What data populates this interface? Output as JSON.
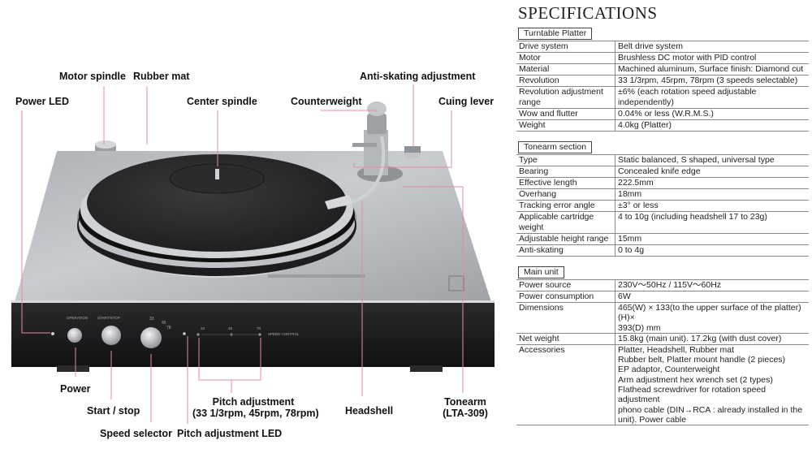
{
  "labels": {
    "motor_spindle": "Motor spindle",
    "rubber_mat": "Rubber mat",
    "power_led": "Power LED",
    "center_spindle": "Center spindle",
    "counterweight": "Counterweight",
    "anti_skating": "Anti-skating adjustment",
    "cuing_lever": "Cuing lever",
    "power": "Power",
    "start_stop": "Start / stop",
    "speed_selector": "Speed selector",
    "pitch_adjustment": "Pitch adjustment",
    "pitch_adjustment_detail": "(33 1/3rpm, 45rpm, 78rpm)",
    "pitch_led": "Pitch adjustment LED",
    "headshell": "Headshell",
    "tonearm": "Tonearm",
    "tonearm_model": "(LTA-309)"
  },
  "device_marks": {
    "operation": "OPERATION",
    "start_stop": "START/STOP",
    "speed_33": "33",
    "speed_45": "45",
    "speed_78": "78",
    "speed_control": "SPEED CONTROL"
  },
  "specs": {
    "title": "SPECIFICATIONS",
    "sections": [
      {
        "name": "Turntable Platter",
        "rows": [
          {
            "key": "Drive system",
            "value": "Belt drive system"
          },
          {
            "key": "Motor",
            "value": "Brushless DC motor with PID control"
          },
          {
            "key": "Material",
            "value": "Machined aluminum, Surface finish: Diamond cut"
          },
          {
            "key": "Revolution",
            "value": "33 1/3rpm, 45rpm, 78rpm (3 speeds selectable)"
          },
          {
            "key": "Revolution adjustment range",
            "value": "±6% (each rotation speed adjustable independently)"
          },
          {
            "key": "Wow and flutter",
            "value": "0.04% or less (W.R.M.S.)"
          },
          {
            "key": "Weight",
            "value": "4.0kg (Platter)"
          }
        ]
      },
      {
        "name": "Tonearm section",
        "rows": [
          {
            "key": "Type",
            "value": "Static balanced, S shaped, universal type"
          },
          {
            "key": "Bearing",
            "value": "Concealed knife edge"
          },
          {
            "key": "Effective length",
            "value": "222.5mm"
          },
          {
            "key": "Overhang",
            "value": "18mm"
          },
          {
            "key": "Tracking error angle",
            "value": "±3° or less"
          },
          {
            "key": "Applicable cartridge weight",
            "value": "4 to 10g (including headshell 17 to 23g)"
          },
          {
            "key": "Adjustable height range",
            "value": "15mm"
          },
          {
            "key": "Anti-skating",
            "value": "0 to 4g"
          }
        ]
      },
      {
        "name": "Main unit",
        "rows": [
          {
            "key": "Power source",
            "value": "230V～50Hz / 115V～60Hz"
          },
          {
            "key": "Power consumption",
            "value": "6W"
          },
          {
            "key": "Dimensions",
            "value": "465(W) × 133(to the upper surface of the platter) (H)×\n393(D) mm"
          },
          {
            "key": "Net weight",
            "value": "15.8kg (main unit). 17.2kg (with dust cover)"
          },
          {
            "key": "Accessories",
            "value": "Platter, Headshell, Rubber mat\nRubber belt, Platter mount handle (2 pieces)\nEP adaptor, Counterweight\nArm adjustment hex wrench set (2 types)\nFlathead screwdriver for rotation speed adjustment\nphono cable (DIN→RCA : already installed in the\nunit). Power cable"
          }
        ]
      }
    ]
  }
}
